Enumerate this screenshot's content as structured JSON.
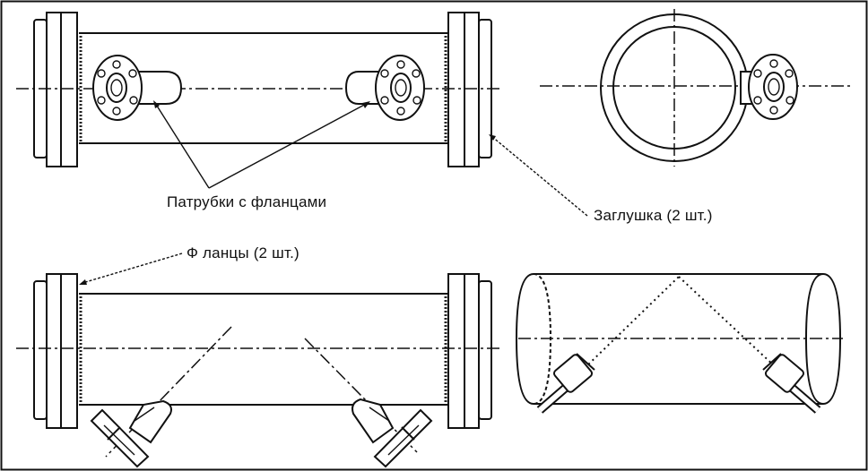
{
  "labels": {
    "nozzles": "Патрубки с фланцами",
    "plug": "Заглушка (2 шт.)",
    "flanges": "Ф ланцы (2 шт.)"
  },
  "colors": {
    "line": "#111111",
    "background": "#ffffff"
  }
}
